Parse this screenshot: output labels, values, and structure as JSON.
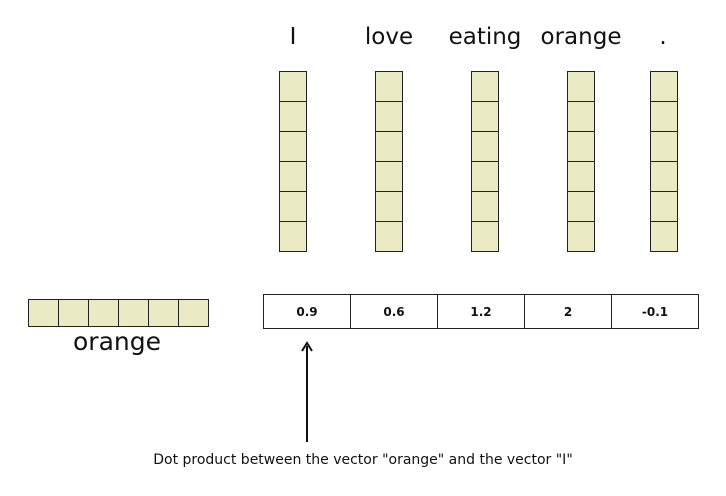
{
  "words": [
    "I",
    "love",
    "eating",
    "orange",
    "."
  ],
  "query_word": "orange",
  "scores": [
    "0.9",
    "0.6",
    "1.2",
    "2",
    "-0.1"
  ],
  "caption": "Dot product between the vector \"orange\" and the vector \"I\"",
  "colors": {
    "cell_fill": "#ebebc3",
    "border": "#222222"
  }
}
